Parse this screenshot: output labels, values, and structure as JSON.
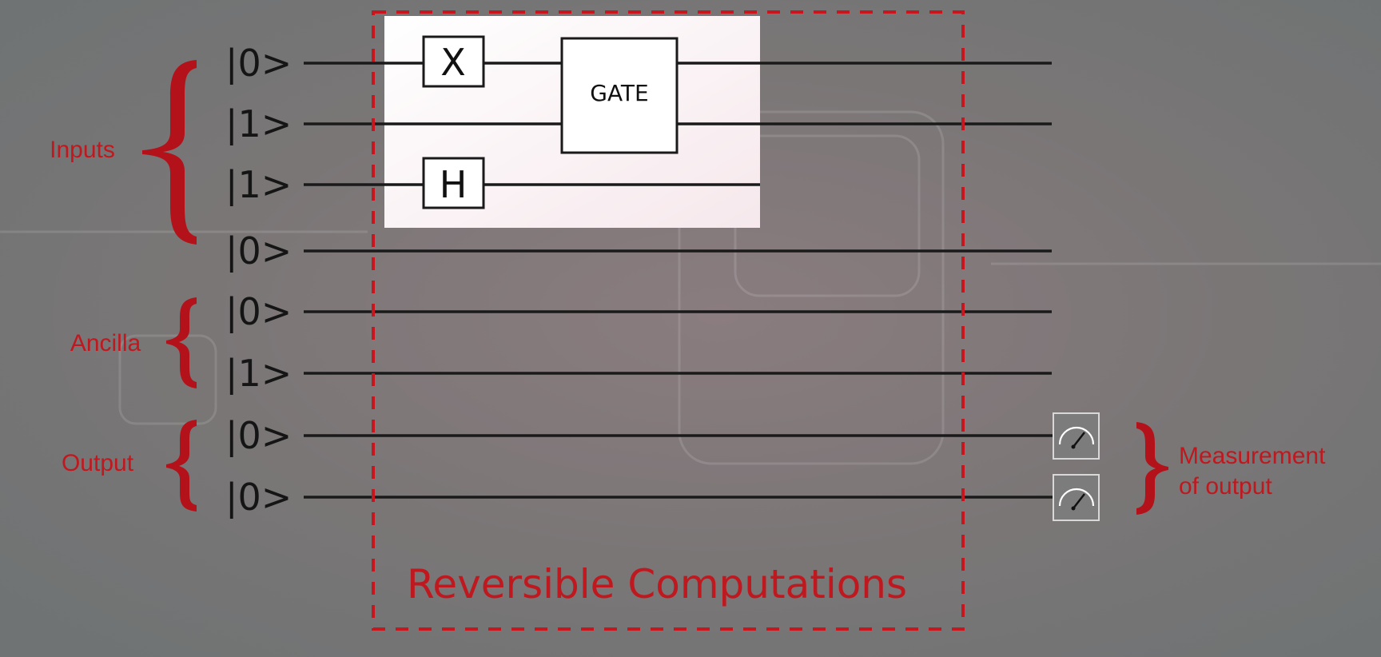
{
  "diagram": {
    "qubits": [
      {
        "state": "|0>"
      },
      {
        "state": "|1>"
      },
      {
        "state": "|1>"
      },
      {
        "state": "|0>"
      },
      {
        "state": "|0>"
      },
      {
        "state": "|1>"
      },
      {
        "state": "|0>"
      },
      {
        "state": "|0>"
      }
    ],
    "groups": {
      "inputs": "Inputs",
      "ancilla": "Ancilla",
      "output": "Output"
    },
    "gates": {
      "x": "X",
      "h": "H",
      "gate": "GATE"
    },
    "region_label": "Reversible Computations",
    "measurement_label_line1": "Measurement",
    "measurement_label_line2": "of output"
  },
  "colors": {
    "accent_red": "#c0181f",
    "background": "#7b7b7b",
    "highlight_panel": "#fbeef1"
  }
}
